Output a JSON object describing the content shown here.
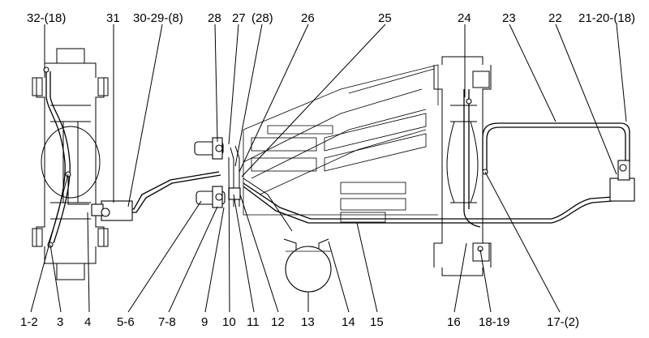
{
  "labels_top": {
    "l32_18": "32-(18)",
    "l31": "31",
    "l30_29_8": "30-29-(8)",
    "l28": "28",
    "l27": "27",
    "l28b": "(28)",
    "l26": "26",
    "l25": "25",
    "l24": "24",
    "l23": "23",
    "l22": "22",
    "l21_20_18": "21-20-(18)"
  },
  "labels_bottom": {
    "l1_2": "1-2",
    "l3": "3",
    "l4": "4",
    "l5_6": "5-6",
    "l7_8": "7-8",
    "l9": "9",
    "l10": "10",
    "l11": "11",
    "l12": "12",
    "l13": "13",
    "l14": "14",
    "l15": "15",
    "l16": "16",
    "l18_19": "18-19",
    "l17_2": "17-(2)"
  }
}
